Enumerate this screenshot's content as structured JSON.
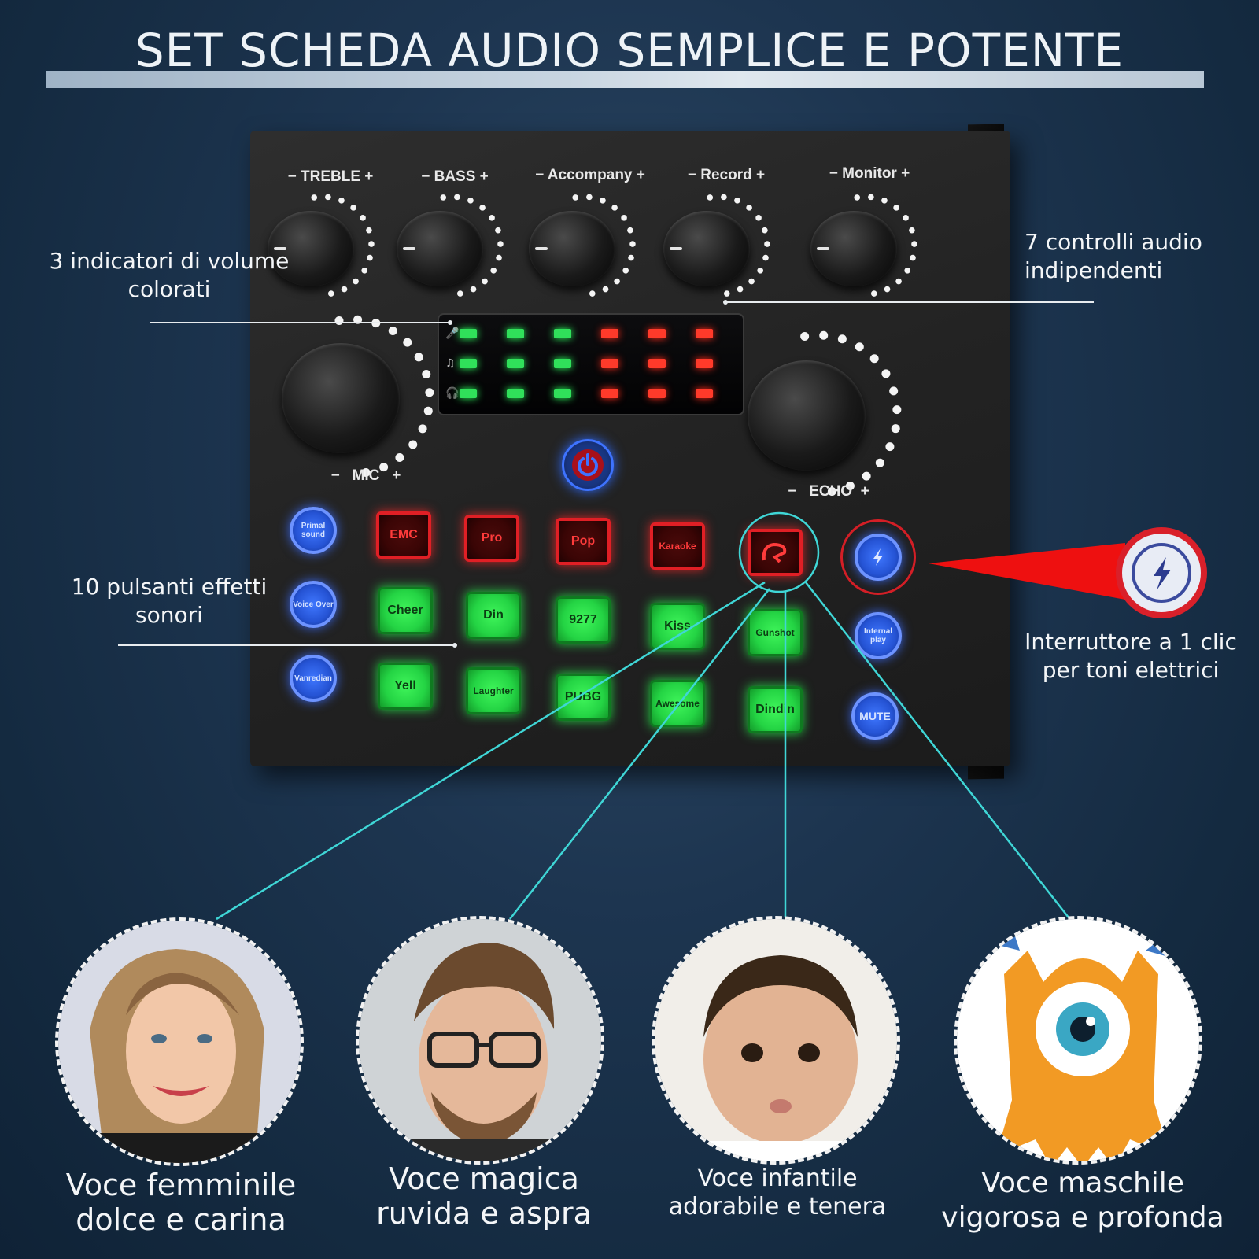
{
  "header": {
    "title": "SET SCHEDA AUDIO SEMPLICE E POTENTE"
  },
  "callouts": {
    "volume_indicators": [
      "3 indicatori di volume",
      "colorati"
    ],
    "audio_controls": [
      "7 controlli audio",
      "indipendenti"
    ],
    "effect_buttons": [
      "10 pulsanti effetti",
      "sonori"
    ],
    "one_click_switch": [
      "Interruttore a 1 clic",
      "per toni elettrici"
    ]
  },
  "device": {
    "knobs": [
      {
        "label": "TREBLE"
      },
      {
        "label": "BASS"
      },
      {
        "label": "Accompany"
      },
      {
        "label": "Record"
      },
      {
        "label": "Monitor"
      }
    ],
    "mic_label": "MIC",
    "echo_label": "ECHO",
    "minus": "−",
    "plus": "+",
    "meter_rows": 3,
    "meter_green_per_row": 3,
    "meter_red_per_row": 3,
    "red_buttons": [
      "EMC",
      "Pro",
      "Pop",
      "Karaoke"
    ],
    "green_row1": [
      "Cheer",
      "Din",
      "9277",
      "Kiss",
      "Gunshot"
    ],
    "green_row2": [
      "Yell",
      "Laughter",
      "PUBG",
      "Awesome",
      "Dindin"
    ],
    "blue_left": [
      "Primal sound",
      "Voice Over",
      "Vanredian"
    ],
    "blue_right": [
      "Internal play",
      "MUTE"
    ],
    "colors": {
      "accent_red": "#e01f25",
      "accent_green": "#24d444",
      "accent_blue": "#2553d4",
      "line_cyan": "#3fd6d6"
    }
  },
  "voices": [
    {
      "line1": "Voce femminile",
      "line2": "dolce e carina"
    },
    {
      "line1": "Voce magica",
      "line2": "ruvida e aspra"
    },
    {
      "line1": "Voce infantile",
      "line2": "adorabile e tenera"
    },
    {
      "line1": "Voce maschile",
      "line2": "vigorosa e profonda"
    }
  ]
}
